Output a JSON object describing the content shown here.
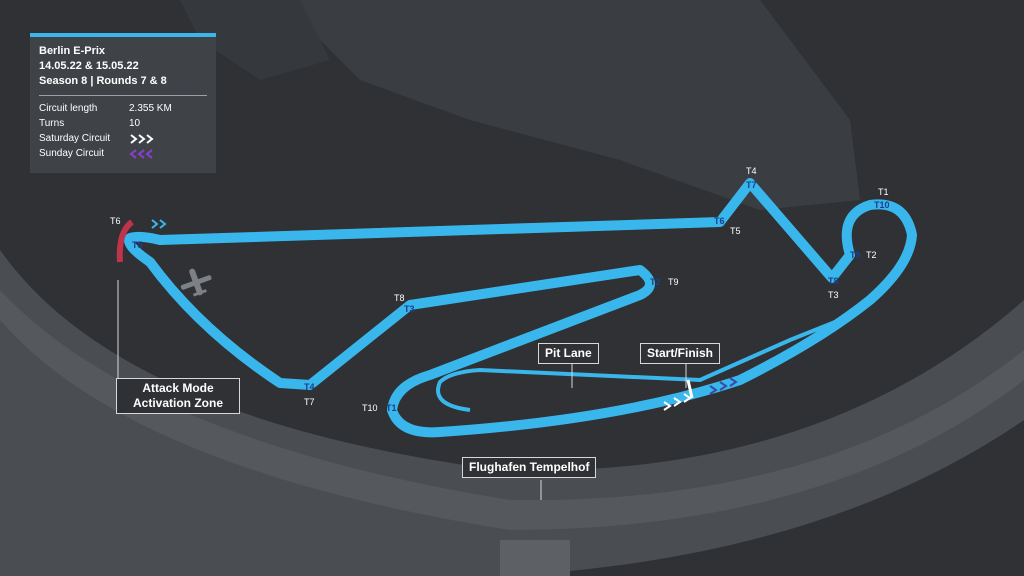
{
  "info": {
    "event": "Berlin E-Prix",
    "dates": "14.05.22 & 15.05.22",
    "season": "Season 8  |  Rounds 7 & 8",
    "rows": [
      {
        "label": "Circuit length",
        "value": "2.355 KM"
      },
      {
        "label": "Turns",
        "value": "10"
      },
      {
        "label": "Saturday Circuit",
        "value": ""
      },
      {
        "label": "Sunday Circuit",
        "value": ""
      }
    ]
  },
  "callouts": {
    "attack_mode": "Attack Mode Activation Zone",
    "pit_lane": "Pit Lane",
    "start_finish": "Start/Finish",
    "venue": "Flughafen Tempelhof"
  },
  "turns": {
    "saturday": [
      "T1",
      "T2",
      "T3",
      "T4",
      "T5",
      "T6",
      "T7",
      "T8",
      "T9",
      "T10"
    ],
    "sunday": [
      "T10",
      "T9",
      "T8",
      "T7",
      "T6",
      "T5",
      "T4",
      "T3",
      "T2",
      "T1"
    ]
  },
  "colors": {
    "background": "#2f3135",
    "track": "#39b7ec",
    "panel": "#3f4247",
    "sunday_chevron": "#5b2a86",
    "attack_zone": "#c0344b"
  },
  "icons": [
    "airplane-icon"
  ]
}
